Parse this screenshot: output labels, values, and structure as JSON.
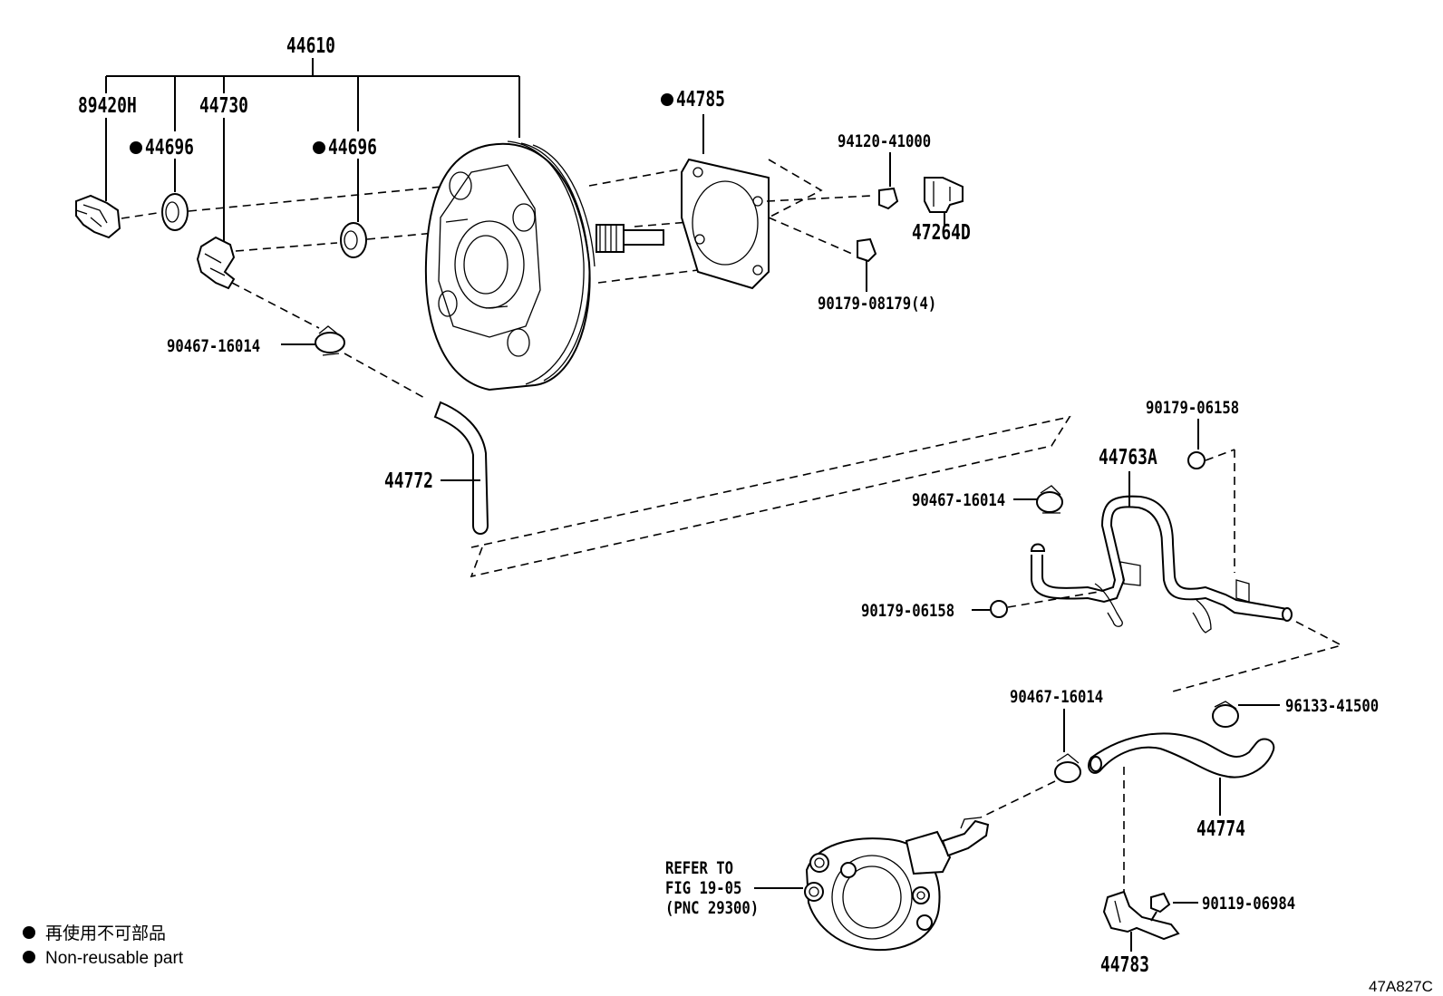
{
  "labels": {
    "assembly": "44610",
    "connector": "89420H",
    "check_valve": "44730",
    "grommet_left": "44696",
    "grommet_right": "44696",
    "gasket": "44785",
    "nut_top": "94120-41000",
    "bracket_top": "47264D",
    "nut_stud": "90179-08179(4)",
    "clip_upper": "90467-16014",
    "hose_upper": "44772",
    "nut_pipe_top": "90179-06158",
    "pipe": "44763A",
    "clip_middle": "90467-16014",
    "nut_pipe_left": "90179-06158",
    "clip_lower": "90467-16014",
    "clamp_lower": "96133-41500",
    "hose_lower": "44774",
    "bolt_bracket": "90119-06984",
    "bracket_lower": "44783",
    "refer_line1": "REFER TO",
    "refer_line2": "FIG 19-05",
    "refer_line3": "(PNC 29300)"
  },
  "legend": {
    "jp": "再使用不可部品",
    "en": "Non-reusable part"
  },
  "figure_code": "47A827C"
}
